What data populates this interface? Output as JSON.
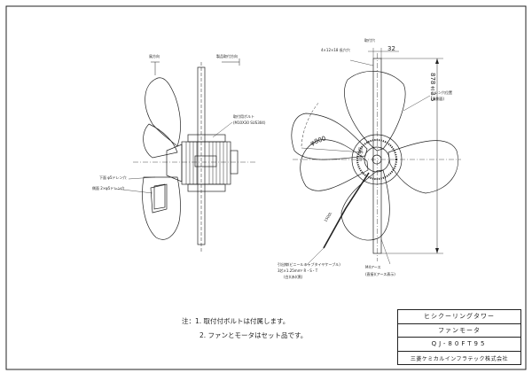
{
  "side_view": {
    "callout_top_left": "風方向",
    "callout_top_right": "製品取付方向",
    "callout_bolt_line1": "取付用ボルト",
    "callout_bolt_line2": "(M10X30 SUS304)",
    "callout_shield": "下面 φ5ドレン穴",
    "callout_shield2": "側面 2×φ5ドレン穴"
  },
  "front_view": {
    "callout_top": "取付穴",
    "dim_holes": "4×12×18 長穴穴",
    "dim_32": "32",
    "dim_878": "878±3.5",
    "dim_diameter": "φ800",
    "callout_drain": "ドレン穴位置",
    "callout_drain2": "(両側面)",
    "callout_rotate": "回転方向",
    "callout_cable1": "引出線(ビニールキャブタイヤケーブル)",
    "callout_cable2": "3芯×1.25mm² R・S・T",
    "callout_cable3": "(白)(赤)(黒)",
    "callout_ground1": "M4アース",
    "callout_ground2": "(直接)(アース表示)",
    "callout_cable_len": "1500L"
  },
  "notes": {
    "line1": "注：1. 取付付ボルトは付属します。",
    "line2": "2. ファンとモータはセット品です。"
  },
  "title_block": {
    "row1": "ヒシクーリングタワー",
    "row2": "ファンモータ",
    "row3": "QJ-80FT95",
    "row4": "三菱ケミカルインフラテック株式会社"
  }
}
